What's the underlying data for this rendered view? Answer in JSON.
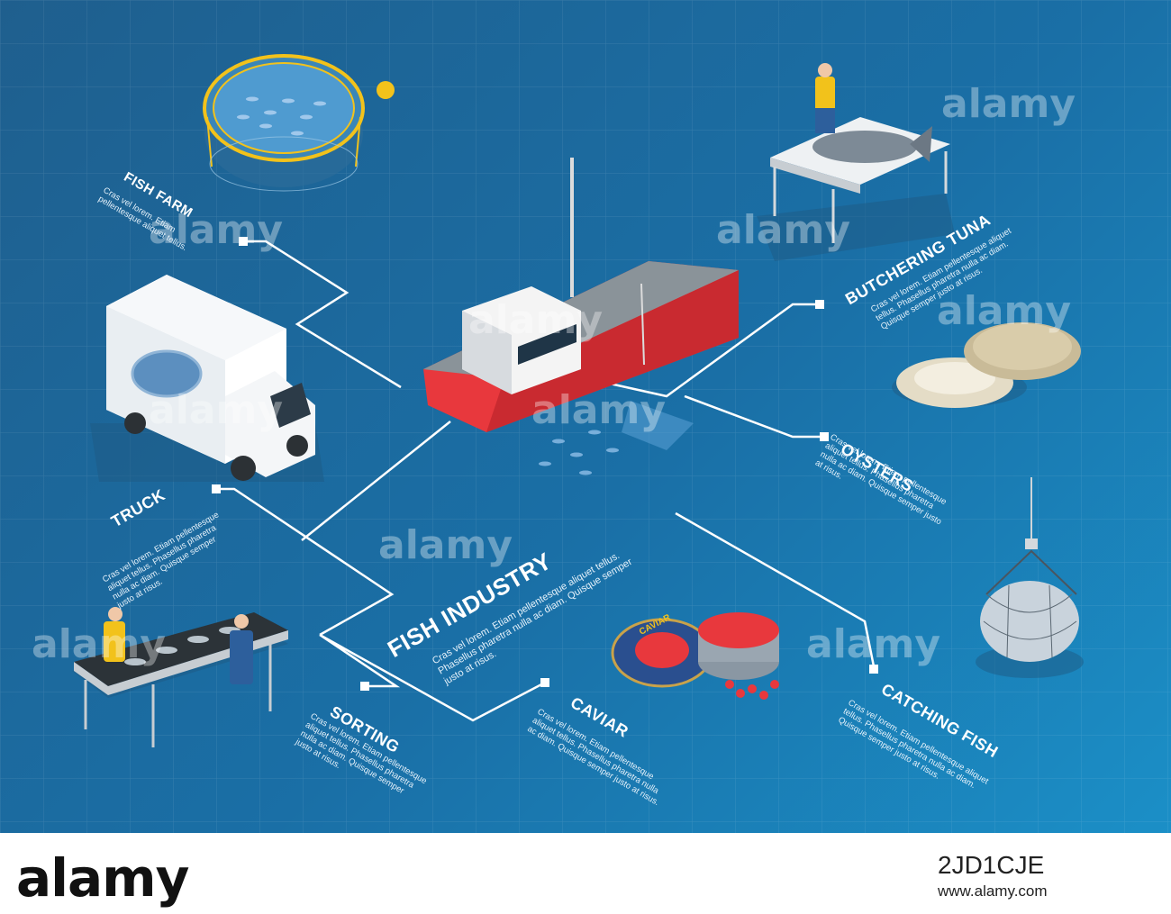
{
  "diagram": {
    "main": {
      "title": "FISH INDUSTRY",
      "text": "Cras vel lorem. Etiam pellentesque aliquet tellus. Phasellus pharetra nulla ac diam. Quisque semper justo at risus."
    },
    "nodes": [
      {
        "id": "fish_farm",
        "title": "FISH FARM",
        "text": "Cras vel lorem. Etiam pellentesque aliquet tellus."
      },
      {
        "id": "butchering_tuna",
        "title": "BUTCHERING TUNA",
        "text": "Cras vel lorem. Etiam pellentesque aliquet tellus. Phasellus pharetra nulla ac diam. Quisque semper justo at risus."
      },
      {
        "id": "oysters",
        "title": "OYSTERS",
        "text": "Cras vel lorem. Etiam pellentesque aliquet tellus. Phasellus pharetra nulla ac diam. Quisque semper justo at risus."
      },
      {
        "id": "truck",
        "title": "TRUCK",
        "text": "Cras vel lorem. Etiam pellentesque aliquet tellus. Phasellus pharetra nulla ac diam. Quisque semper justo at risus."
      },
      {
        "id": "sorting",
        "title": "SORTING",
        "text": "Cras vel lorem. Etiam pellentesque aliquet tellus. Phasellus pharetra nulla ac diam. Quisque semper justo at risus."
      },
      {
        "id": "caviar",
        "title": "CAVIAR",
        "text": "Cras vel lorem. Etiam pellentesque aliquet tellus. Phasellus pharetra nulla ac diam. Quisque semper justo at risus."
      },
      {
        "id": "catching_fish",
        "title": "CATCHING FISH",
        "text": "Cras vel lorem. Etiam pellentesque aliquet tellus. Phasellus pharetra nulla ac diam. Quisque semper justo at risus."
      }
    ],
    "can_label": "CAVIAR"
  },
  "watermark": {
    "text": "alamy"
  },
  "footer": {
    "logo": "alamy",
    "image_id": "2JD1CJE",
    "site": "www.alamy.com"
  },
  "colors": {
    "background": "#1a6fa6",
    "connector": "#ffffff",
    "boat_hull": "#e8383d",
    "deck": "#8a9399"
  },
  "icons": [
    "fish-farm-cage-icon",
    "truck-icon",
    "fishing-boat-icon",
    "butcher-table-icon",
    "oyster-icon",
    "caviar-tin-icon",
    "fish-net-icon",
    "sorting-conveyor-icon"
  ]
}
